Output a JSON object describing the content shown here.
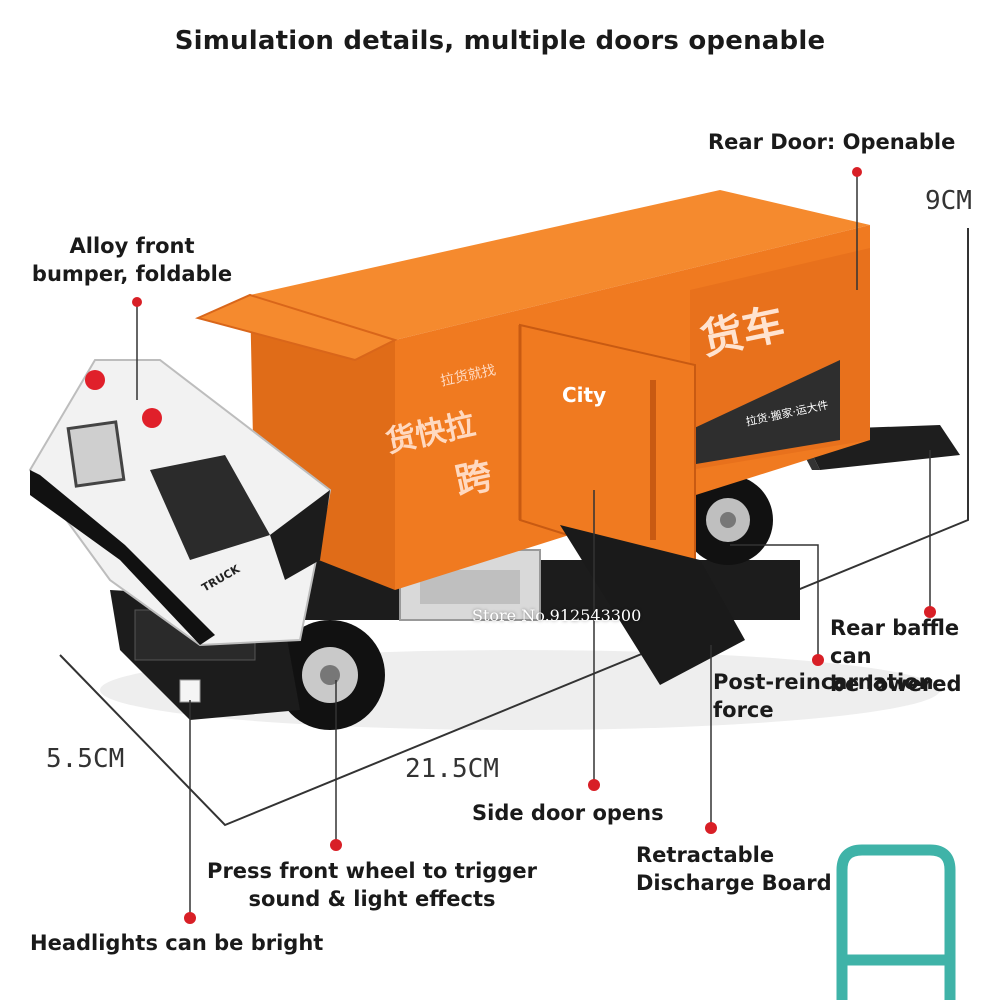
{
  "subtitle": "Simulation details, multiple doors openable",
  "labels": {
    "rear_door": "Rear Door: Openable",
    "front_bumper_line1": "Alloy front",
    "front_bumper_line2": "bumper, foldable",
    "rear_baffle_line1": "Rear baffle can",
    "rear_baffle_line2": "be lowered",
    "rear_baffle_line3": "Post-reincarnation force",
    "side_door": "Side door opens",
    "front_wheel_line1": "Press front wheel to trigger",
    "front_wheel_line2": "sound & light effects",
    "discharge_line1": "Retractable",
    "discharge_line2": "Discharge Board",
    "headlights": "Headlights can be bright"
  },
  "dimensions": {
    "height": "9CM",
    "width": "5.5CM",
    "length": "21.5CM"
  },
  "truck_text": {
    "city": "City",
    "cab_badge": "TRUCK",
    "box_brand_large": "货快拉",
    "box_brand_small": "拉货就找",
    "box_cross": "跨",
    "rear_big": "货车",
    "rear_small": "拉货·搬家·运大件"
  },
  "watermark": "Store No.912543300",
  "colors": {
    "box_orange": "#f07a20",
    "box_orange_dark": "#d9661a",
    "cab_white": "#f2f2f2",
    "chassis_black": "#1c1c1c",
    "callout_red": "#d81f26",
    "cart_teal": "#3fb3a8"
  }
}
